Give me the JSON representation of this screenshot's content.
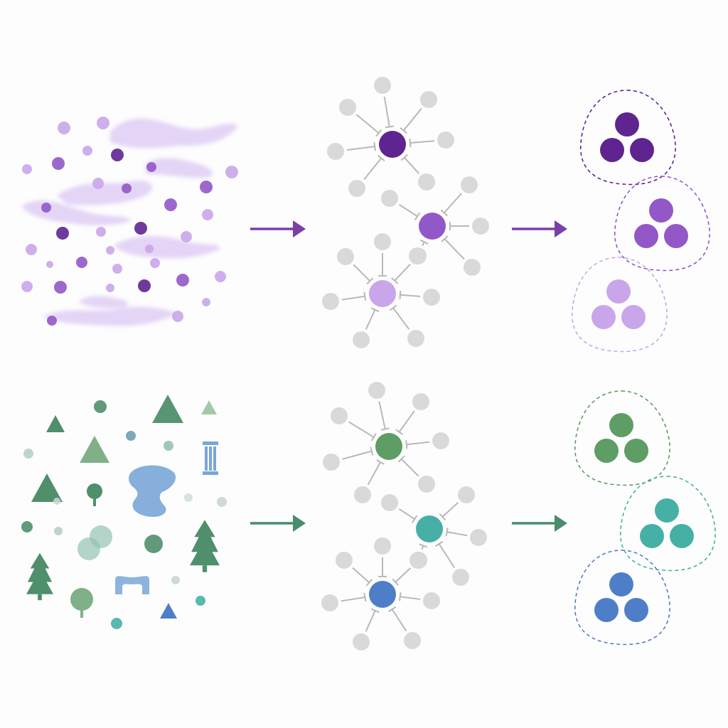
{
  "colors": {
    "background": "#fdfdfd",
    "node_gray": "#d9d9d9",
    "connector_gray": "#b8b8b8",
    "purple_dark": "#5e2590",
    "purple_mid": "#9258c8",
    "purple_light": "#c9a6ea",
    "purple_haze": "#dcc7f4",
    "purple_arrow": "#7a3fa8",
    "green": "#5e9d63",
    "teal": "#47b0a6",
    "blue": "#4f7ec8",
    "green_arrow": "#4a8c6e",
    "tree_green": "#4f8f6c",
    "soft_green": "#7fb088",
    "soft_teal": "#93c2b2",
    "soft_blue": "#7aa6d8"
  },
  "rows": [
    {
      "id": "purple-row",
      "source": "scattered-particles-and-wisps",
      "hubs": [
        "purple_dark",
        "purple_mid",
        "purple_light"
      ],
      "clusters": [
        "purple_dark",
        "purple_mid",
        "purple_light"
      ],
      "arrow_color": "purple_arrow"
    },
    {
      "id": "green-row",
      "source": "scattered-nature-shapes",
      "hubs": [
        "green",
        "teal",
        "blue"
      ],
      "clusters": [
        "green",
        "teal",
        "blue"
      ],
      "arrow_color": "green_arrow"
    }
  ],
  "icons": {
    "arrow": "right-arrow-icon",
    "tree": "tree-icon",
    "triangle": "triangle-icon",
    "column": "column-icon",
    "arch": "arch-icon",
    "blob": "blob-icon"
  }
}
